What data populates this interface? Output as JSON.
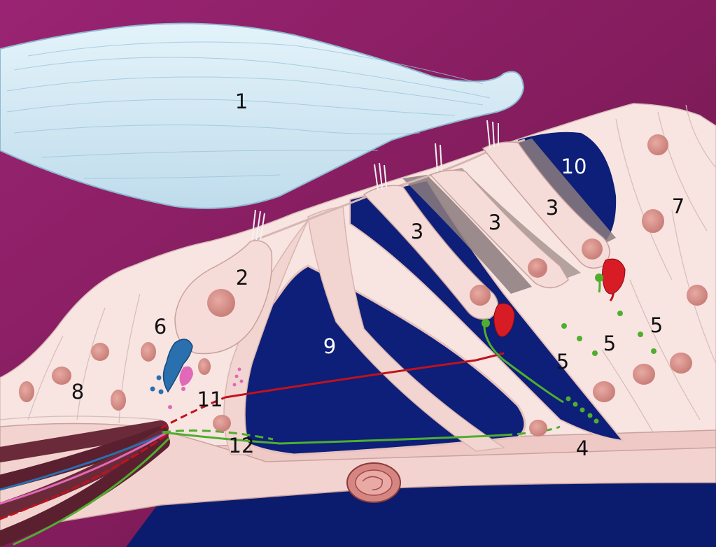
{
  "labels": {
    "l1": "1",
    "l2": "2",
    "l3a": "3",
    "l3b": "3",
    "l3c": "3",
    "l4": "4",
    "l5a": "5",
    "l5b": "5",
    "l5c": "5",
    "l6": "6",
    "l7": "7",
    "l8": "8",
    "l9": "9",
    "l10": "10",
    "l11": "11",
    "l12": "12"
  },
  "colors": {
    "background": "#8a1f63",
    "tectorial_membrane": "#cfe7f3",
    "tissue": "#f8e4e1",
    "cell_nucleus": "#d9948e",
    "fluid_space": "#0d1f78",
    "efferent_fiber": "#c0121c",
    "afferent_fiber": "#4fae2e",
    "inner_synapse": "#2a6fae",
    "inner_efferent": "#e06ab8"
  }
}
